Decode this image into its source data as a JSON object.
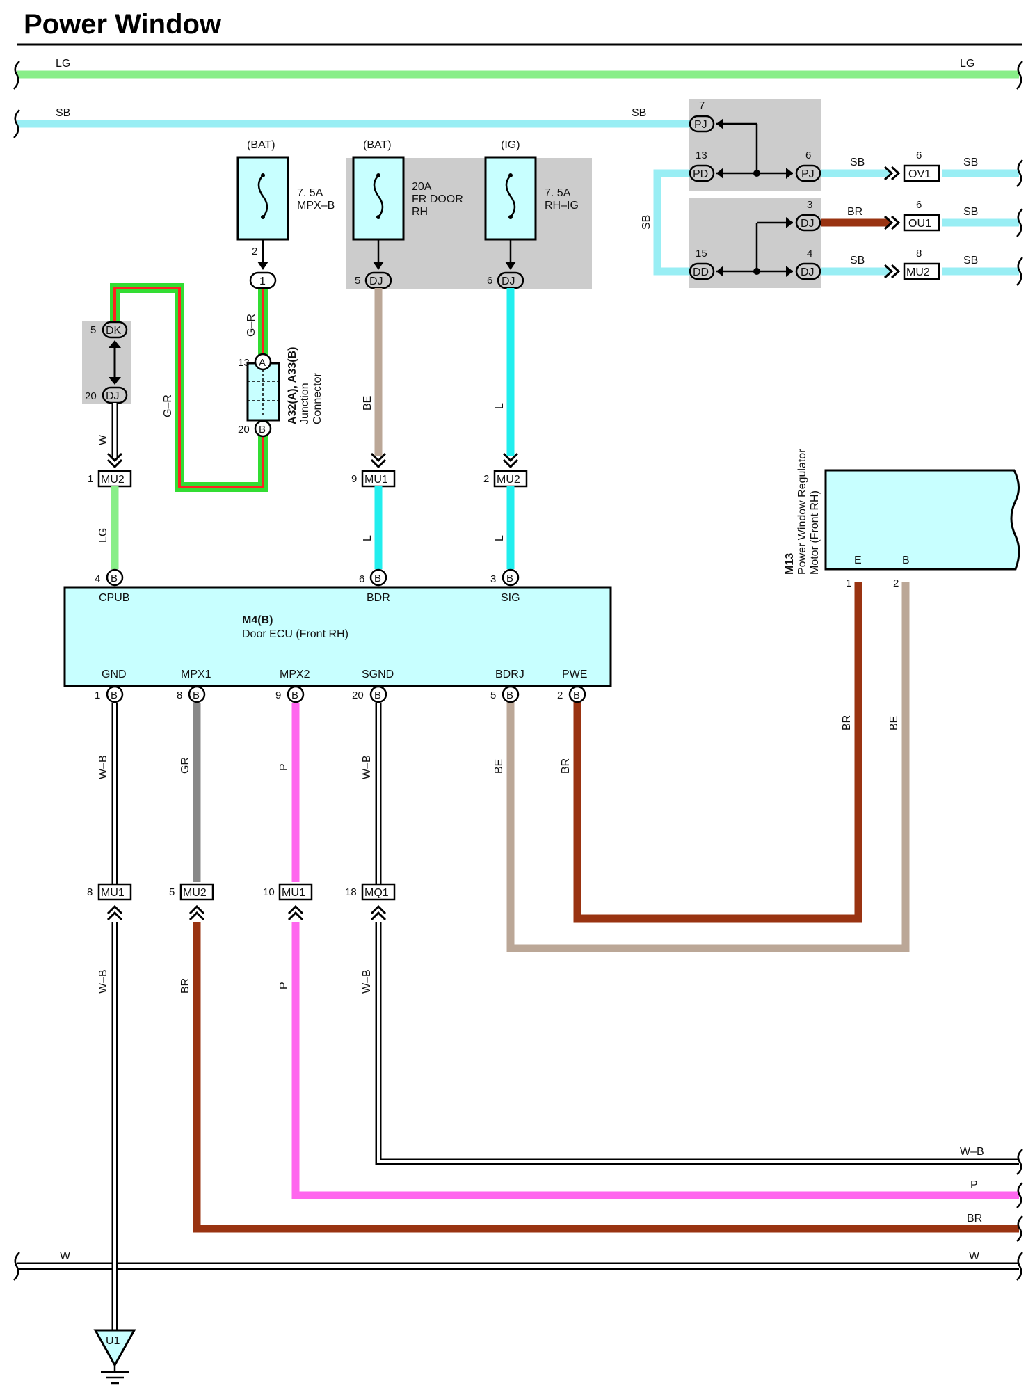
{
  "title": "Power Window",
  "colors": {
    "LG": "#88ee88",
    "SB": "#99eef4",
    "GR_green": "#33dd33",
    "red": "#ff2222",
    "BE": "#bba797",
    "L": "#22eeee",
    "W": "#ffffff",
    "GR": "#888888",
    "P": "#ff66ee",
    "BR": "#993311",
    "gray_box": "#cccccc",
    "fuse_fill": "#c8ffff",
    "ecu_fill": "#c8ffff"
  },
  "bus": {
    "lg_left": "LG",
    "lg_right": "LG",
    "sb_left": "SB",
    "sb_right": "SB",
    "w_left": "W",
    "w_right": "W",
    "wb_right": "W–B",
    "p_right": "P",
    "br_right": "BR"
  },
  "fuses": {
    "mpxb": {
      "supply": "(BAT)",
      "rating": "7. 5A",
      "name": "MPX–B"
    },
    "frdoor": {
      "supply": "(BAT)",
      "rating": "20A",
      "name1": "FR DOOR",
      "name2": "RH"
    },
    "rhig": {
      "supply": "(IG)",
      "rating": "7. 5A",
      "name": "RH–IG"
    }
  },
  "connectors": {
    "pj7": {
      "pin": "7",
      "name": "PJ"
    },
    "pd13": {
      "pin": "13",
      "name": "PD"
    },
    "pj6": {
      "pin": "6",
      "name": "PJ"
    },
    "ov1": {
      "pin": "6",
      "name": "OV1"
    },
    "dj3": {
      "pin": "3",
      "name": "DJ"
    },
    "ou1": {
      "pin": "6",
      "name": "OU1"
    },
    "dd15": {
      "pin": "15",
      "name": "DD"
    },
    "dj4": {
      "pin": "4",
      "name": "DJ"
    },
    "mu2r": {
      "pin": "8",
      "name": "MU2"
    },
    "c1": {
      "pin": "2",
      "name": "1"
    },
    "dj5": {
      "pin": "5",
      "name": "DJ"
    },
    "dj6": {
      "pin": "6",
      "name": "DJ"
    },
    "dk5": {
      "pin": "5",
      "name": "DK"
    },
    "dj20": {
      "pin": "20",
      "name": "DJ"
    },
    "ja": {
      "pin": "13",
      "name": "A"
    },
    "jb": {
      "pin": "20",
      "name": "B"
    },
    "mu2a": {
      "pin": "1",
      "name": "MU2"
    },
    "mu1a": {
      "pin": "9",
      "name": "MU1"
    },
    "mu2b": {
      "pin": "2",
      "name": "MU2"
    },
    "mu1b": {
      "pin": "8",
      "name": "MU1"
    },
    "mu2c": {
      "pin": "5",
      "name": "MU2"
    },
    "mu1c": {
      "pin": "10",
      "name": "MU1"
    },
    "mq1": {
      "pin": "18",
      "name": "MQ1"
    },
    "u1": {
      "name": "U1"
    }
  },
  "junction": {
    "id": "A32(A), A33(B)",
    "line1": "Junction",
    "line2": "Connector"
  },
  "ecu": {
    "id": "M4(B)",
    "name": "Door ECU (Front RH)",
    "top_pins": [
      {
        "pin": "4",
        "mark": "B",
        "name": "CPUB"
      },
      {
        "pin": "6",
        "mark": "B",
        "name": "BDR"
      },
      {
        "pin": "3",
        "mark": "B",
        "name": "SIG"
      }
    ],
    "bottom_pins": [
      {
        "pin": "1",
        "mark": "B",
        "name": "GND"
      },
      {
        "pin": "8",
        "mark": "B",
        "name": "MPX1"
      },
      {
        "pin": "9",
        "mark": "B",
        "name": "MPX2"
      },
      {
        "pin": "20",
        "mark": "B",
        "name": "SGND"
      },
      {
        "pin": "5",
        "mark": "B",
        "name": "BDRJ"
      },
      {
        "pin": "2",
        "mark": "B",
        "name": "PWE"
      }
    ]
  },
  "motor": {
    "id": "M13",
    "line1": "Power Window Regulator",
    "line2": "Motor (Front RH)",
    "pin_e_name": "E",
    "pin_e": "1",
    "pin_b_name": "B",
    "pin_b": "2"
  },
  "wire_labels": {
    "sb_vert": "SB",
    "sb_ov1_l": "SB",
    "sb_ov1_r": "SB",
    "br_ou1": "BR",
    "sb_ou1_r": "SB",
    "sb_mu2_l": "SB",
    "sb_mu2_r": "SB",
    "gr_a": "G–R",
    "gr_b": "G–R",
    "w_dj": "W",
    "lg_cpub": "LG",
    "be_bdr": "BE",
    "l_bdr": "L",
    "l_sig_top": "L",
    "l_sig_bot": "L",
    "wb_gnd_top": "W–B",
    "gr_mpx1": "GR",
    "p_mpx2_top": "P",
    "wb_sgnd_top": "W–B",
    "be_bdrj": "BE",
    "br_pwe": "BR",
    "br_motor_e": "BR",
    "be_motor_b": "BE",
    "wb_gnd_bot": "W–B",
    "br_mpx1_bot": "BR",
    "p_mpx2_bot": "P",
    "wb_sgnd_bot": "W–B"
  }
}
